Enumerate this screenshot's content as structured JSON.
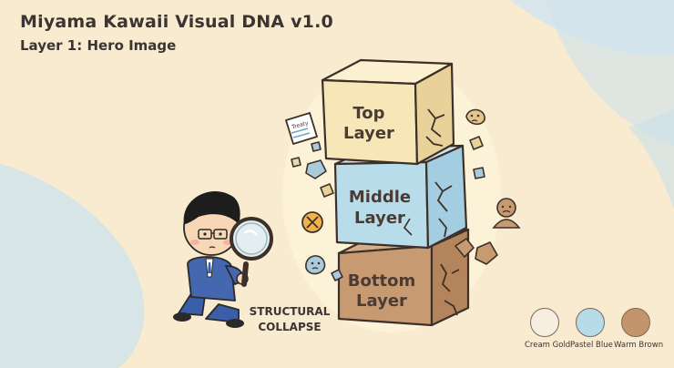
{
  "header": {
    "title": "Miyama Kawaii Visual DNA v1.0",
    "subtitle": "Layer 1: Hero Image"
  },
  "tower": {
    "blocks": [
      {
        "line1": "Top",
        "line2": "Layer",
        "color": "#f7e7b8",
        "side": "#e9d29a",
        "top": "#fbf0cf"
      },
      {
        "line1": "Middle",
        "line2": "Layer",
        "color": "#b9dcea",
        "side": "#a3cde0",
        "top": "#cfe7f1"
      },
      {
        "line1": "Bottom",
        "line2": "Layer",
        "color": "#c79a72",
        "side": "#b4855c",
        "top": "#d6ad87"
      }
    ]
  },
  "document_icon": {
    "label": "Treaty"
  },
  "caption": {
    "line1": "STRUCTURAL",
    "line2": "COLLAPSE"
  },
  "palette": [
    {
      "name": "Cream Gold",
      "color": "#f6eee0"
    },
    {
      "name": "Pastel Blue",
      "color": "#b6dbe9"
    },
    {
      "name": "Warm Brown",
      "color": "#c4956c"
    }
  ],
  "icons": [
    "magnifying-glass-icon",
    "document-icon",
    "cancel-icon",
    "worried-face-icon",
    "blob-face-icon",
    "sad-figure-icon"
  ]
}
